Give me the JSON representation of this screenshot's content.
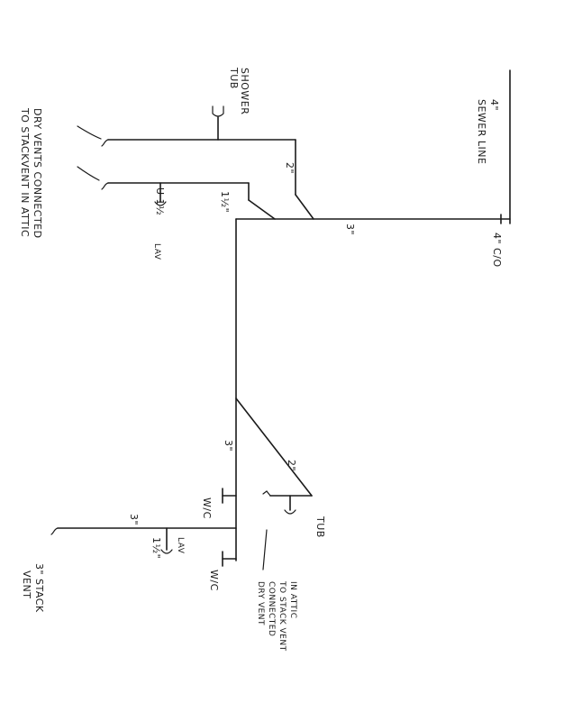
{
  "labels": {
    "dry_vents_top_line1": "DRY VENTS CONNECTED",
    "dry_vents_top_line2": "TO STACKVENT IN ATTIC",
    "shower_tub_line1": "SHOWER",
    "shower_tub_line2": "TUB",
    "sewer_line_line1": "4\"",
    "sewer_line_line2": "SEWER LINE",
    "co": "4\" C/O",
    "size_3_top": "3\"",
    "size_2_top": "2\"",
    "size_1_5_top_a": "1½\"",
    "size_1_5_top_b": "U 1½",
    "lav_top": "LAV",
    "size_3_mid": "3\"",
    "size_2_mid": "2\"",
    "tub_bottom": "TUB",
    "wc_upper": "W/C",
    "wc_lower": "W/C",
    "size_3_bottom": "3\"",
    "size_1_5_bottom": "1½\"",
    "lav_bottom": "LAV",
    "stack_vent_line1": "3\" STACK",
    "stack_vent_line2": "VENT",
    "dry_vent_bottom_line1": "DRY VENT",
    "dry_vent_bottom_line2": "CONNECTED",
    "dry_vent_bottom_line3": "TO STACK VENT",
    "dry_vent_bottom_line4": "IN ATTIC"
  }
}
